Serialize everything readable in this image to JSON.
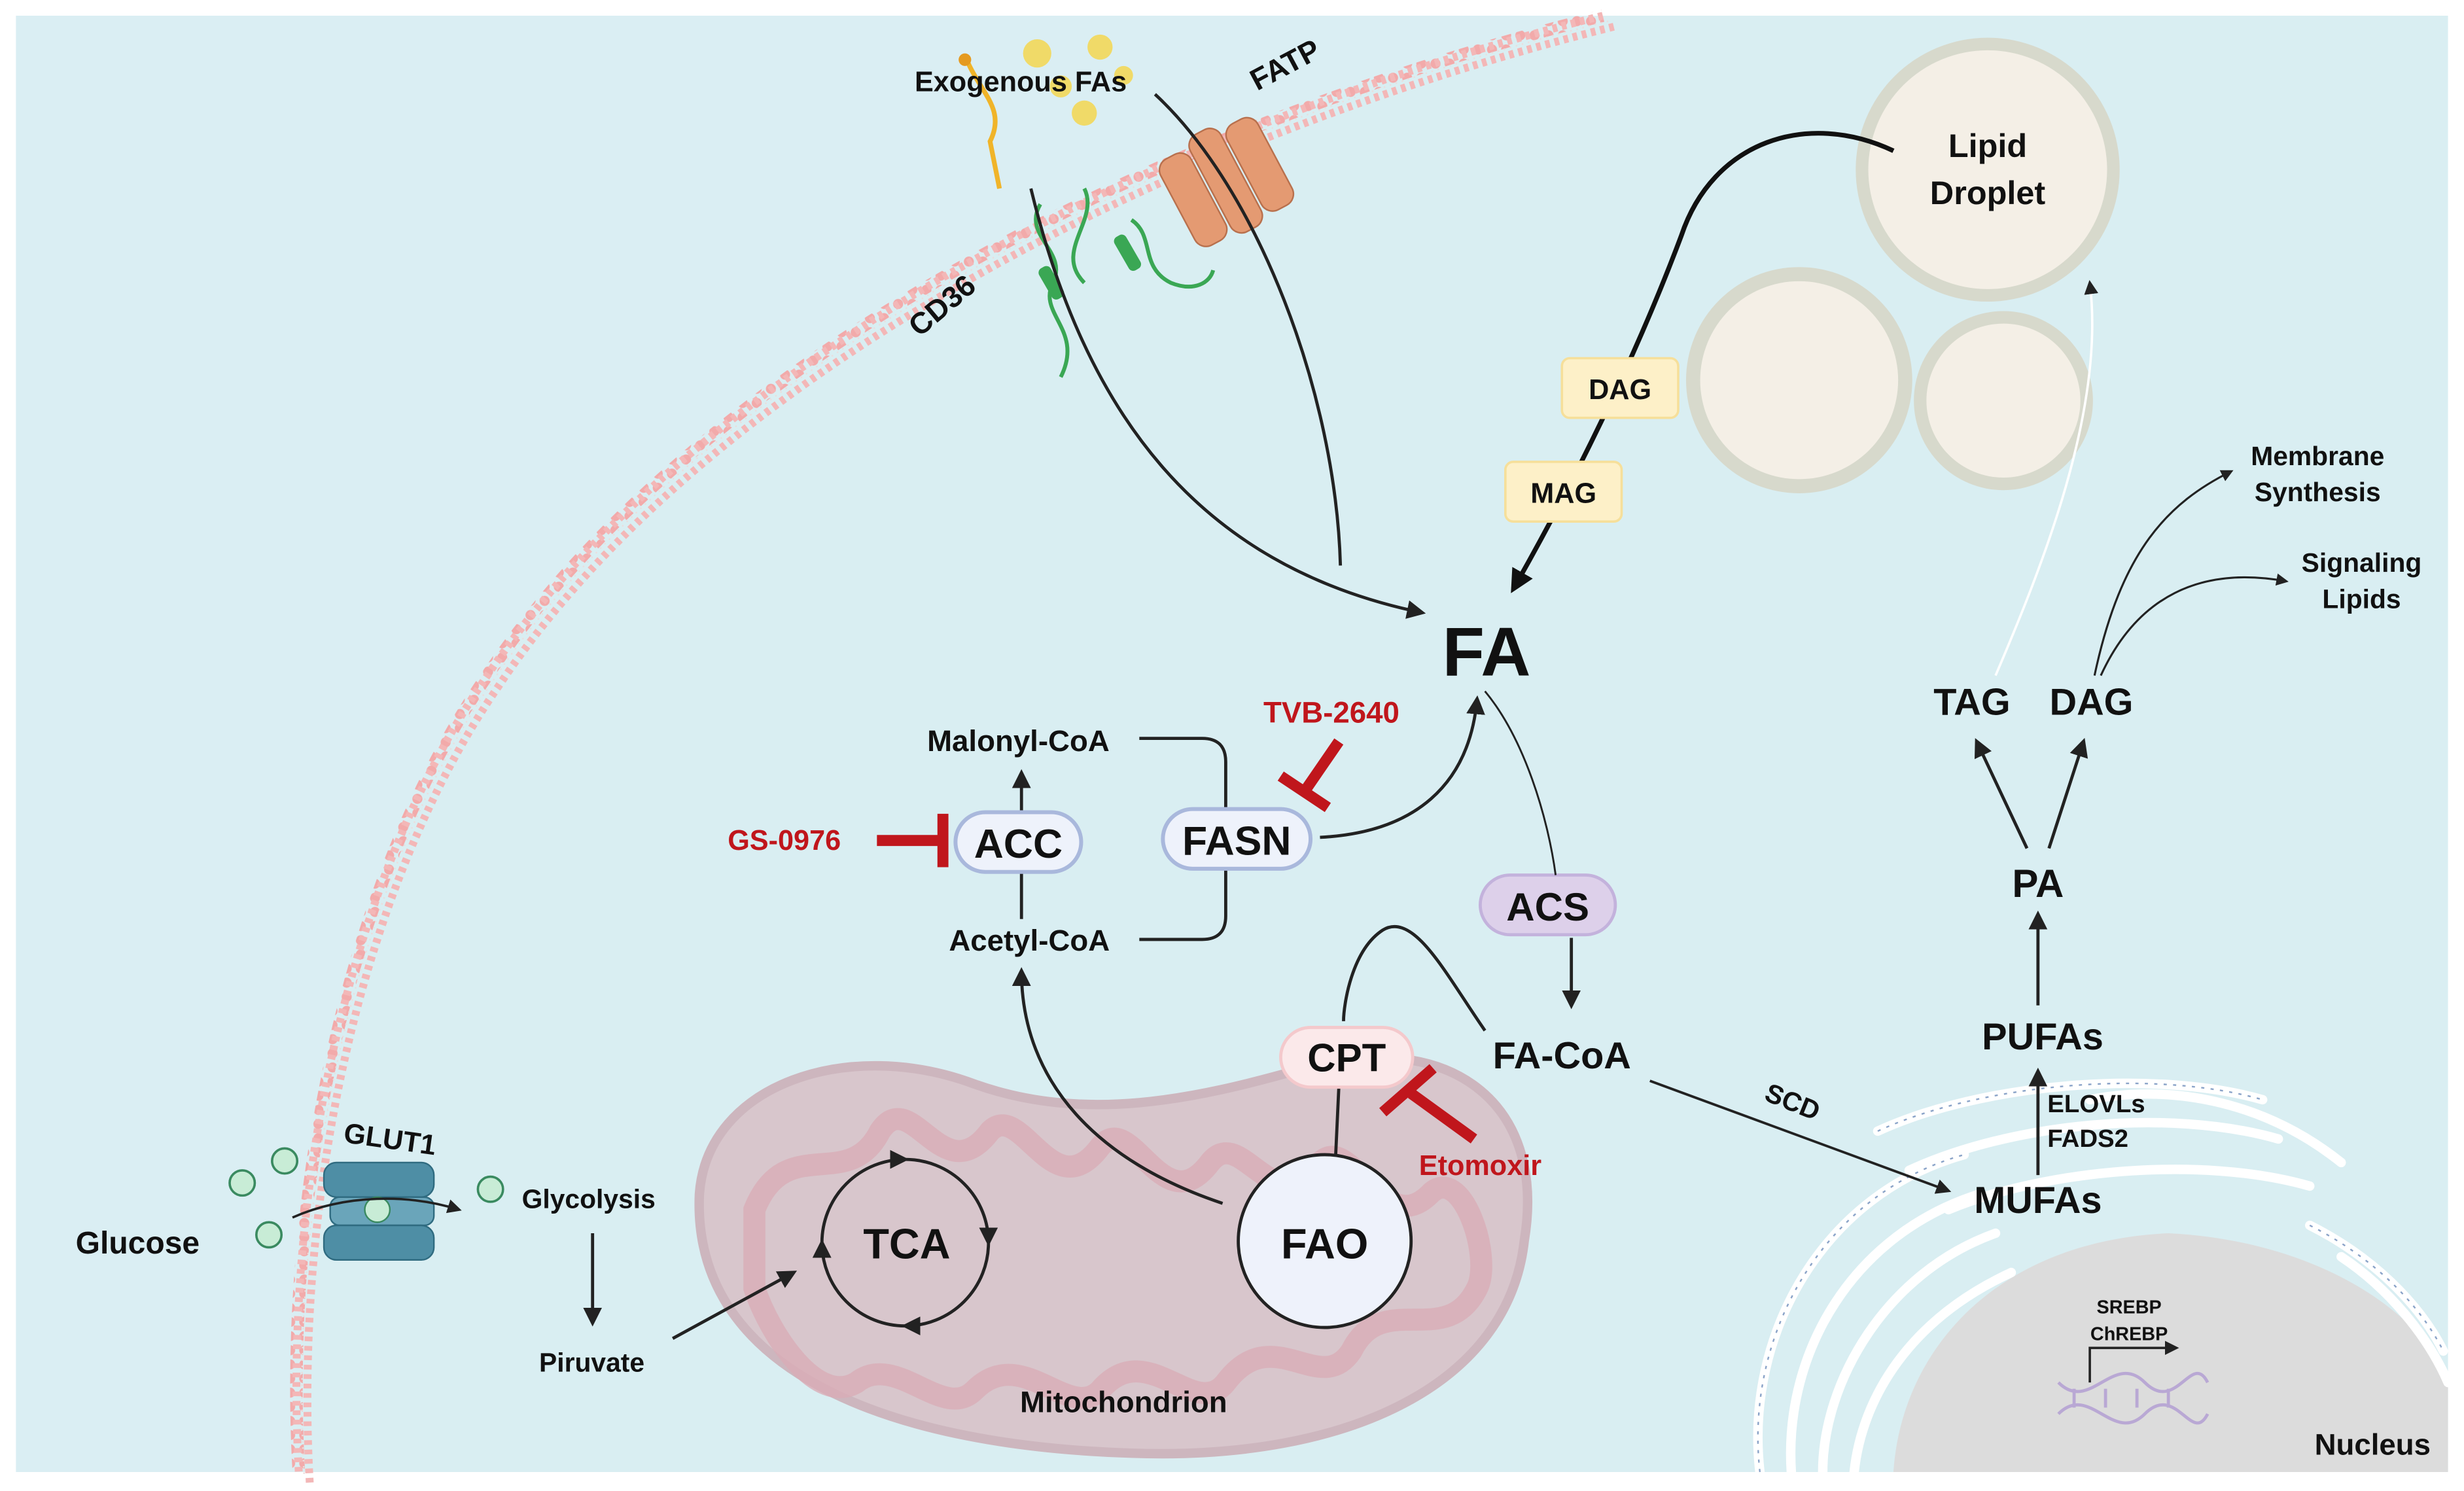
{
  "colors": {
    "background": "#d9eef2",
    "membrane": "#f0b3b3",
    "inhibitor": "#c0161c",
    "arrow": "#222222",
    "enzyme_fill": "#eef2fb",
    "enzyme_border": "#a9b8dc",
    "acs_fill": "#ddd0ea",
    "cpt_fill": "#fbe9ea",
    "label_box": "#fdf0c8",
    "droplet_fill": "#f4efe6",
    "droplet_ring": "#cfd3c6",
    "mito_fill": "#d6b3ba",
    "er_color": "#ffffff",
    "nucleus_fill": "#dddddd",
    "transporter_glut1": "#4e8ea5",
    "transporter_fatp": "#e49a72",
    "cd36_color": "#3aa754"
  },
  "labels": {
    "exogenous_fas": "Exogenous FAs",
    "fatp": "FATP",
    "cd36": "CD36",
    "lipid_droplet_line1": "Lipid",
    "lipid_droplet_line2": "Droplet",
    "dag_box": "DAG",
    "mag_box": "MAG",
    "fa": "FA",
    "malonyl_coa": "Malonyl-CoA",
    "acetyl_coa": "Acetyl-CoA",
    "acc": "ACC",
    "fasn": "FASN",
    "acs": "ACS",
    "fa_coa": "FA-CoA",
    "cpt": "CPT",
    "fao": "FAO",
    "tca": "TCA",
    "mitochondrion": "Mitochondrion",
    "glucose": "Glucose",
    "glut1": "GLUT1",
    "glycolysis": "Glycolysis",
    "piruvate": "Piruvate",
    "scd": "SCD",
    "mufas": "MUFAs",
    "pufas": "PUFAs",
    "elovls": "ELOVLs",
    "fads2": "FADS2",
    "pa": "PA",
    "tag": "TAG",
    "dag": "DAG",
    "membrane_synthesis_line1": "Membrane",
    "membrane_synthesis_line2": "Synthesis",
    "signaling_lipids_line1": "Signaling",
    "signaling_lipids_line2": "Lipids",
    "srebp": "SREBP",
    "chrebp": "ChREBP",
    "nucleus": "Nucleus"
  },
  "inhibitors": {
    "tvb": "TVB-2640",
    "gs": "GS-0976",
    "etomoxir": "Etomoxir"
  }
}
